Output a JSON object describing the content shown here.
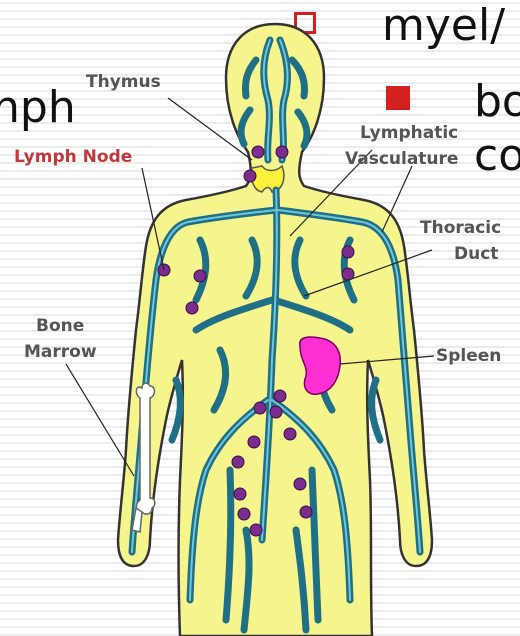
{
  "slide": {
    "text_top": "myel/",
    "text_right_1": "bo",
    "text_right_2": "co",
    "text_left": "nph"
  },
  "labels": {
    "thymus": "Thymus",
    "lymph_node": "Lymph Node",
    "lymphatic_vasculature_1": "Lymphatic",
    "lymphatic_vasculature_2": "Vasculature",
    "thoracic_duct_1": "Thoracic",
    "thoracic_duct_2": "Duct",
    "bone_marrow_1": "Bone",
    "bone_marrow_2": "Marrow",
    "spleen": "Spleen"
  },
  "colors": {
    "body_fill": "#f6f48c",
    "body_outline": "#333333",
    "vessel": "#1f6f86",
    "vessel_highlight": "#6fc7db",
    "node": "#7b2d8e",
    "spleen": "#ff2fd4",
    "bullet": "#d41f1f"
  },
  "icons": {
    "bullet_1": "hollow-square-bullet",
    "bullet_2": "solid-square-bullet"
  }
}
